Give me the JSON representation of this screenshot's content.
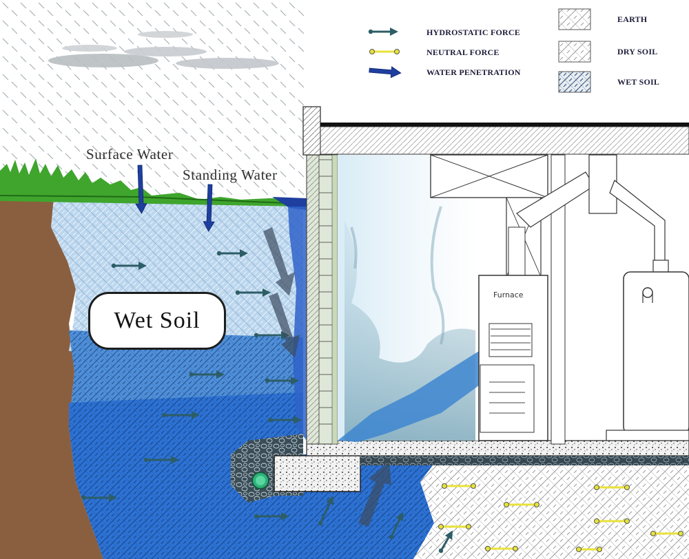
{
  "legend": {
    "forces": [
      {
        "label": "HYDROSTATIC FORCE",
        "icon": "hydrostatic-arrow-icon",
        "color": "#2d5d66"
      },
      {
        "label": "NEUTRAL FORCE",
        "icon": "neutral-dumbbell-icon",
        "color": "#e8e23a"
      },
      {
        "label": "WATER PENETRATION",
        "icon": "water-arrow-icon",
        "color": "#1f3f9e"
      }
    ],
    "soils": [
      {
        "label": "EARTH",
        "icon": "earth-swatch-icon"
      },
      {
        "label": "DRY SOIL",
        "icon": "dry-soil-swatch-icon"
      },
      {
        "label": "WET SOIL",
        "icon": "wet-soil-swatch-icon"
      }
    ]
  },
  "labels": {
    "surface_water": "Surface Water",
    "standing_water": "Standing Water",
    "wet_soil": "Wet Soil",
    "furnace": "Furnace"
  },
  "colors": {
    "earth": "#8a5f3f",
    "grass": "#3fa52d",
    "wet_light": "#bcd7ee",
    "wet_mid": "#4f8fd9",
    "wet_deep": "#2d72d4",
    "hydrostatic": "#2d5d66",
    "neutral": "#e8e23a",
    "penetration": "#1f3f9e"
  }
}
